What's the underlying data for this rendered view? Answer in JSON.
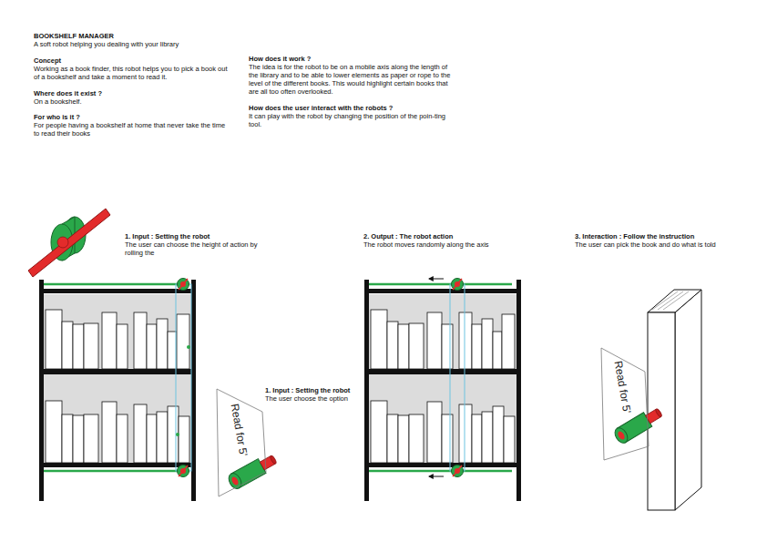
{
  "diagram": {
    "title": "BOOKSHELF MANAGER",
    "nodes": [
      {
        "text": [
          "Read for 5'"
        ]
      },
      {
        "text": [
          "Read for 5'"
        ]
      }
    ],
    "labels": [
      "A soft robot helping you dealing with your library",
      "Concept",
      "Working as a book finder, this robot helps you to pick a book out of a bookshelf and take a moment to read it.",
      "Where does it exist ?",
      "On a bookshelf.",
      "For who is it ?",
      "For people having a bookshelf at home that never take the time to read their books",
      "How does it work ?",
      "The idea is for the robot to be on a mobile axis along the length of the library and to be able to lower elements as paper or rope to the level of the different books. This would highlight certain books that are all too often overlooked.",
      "How does the user interact with the robots ?",
      "It can play with the robot by changing the position of the poin-ting tool.",
      "1. Input : Setting the robot",
      "The user can choose the height of action by rolling the",
      "1. Input : Setting the robot",
      "The user choose the option",
      "2. Output : The robot action",
      "The robot moves randomly along the axis",
      "3. Interaction : Follow the instruction",
      "The user can pick the book and do what is told"
    ]
  }
}
